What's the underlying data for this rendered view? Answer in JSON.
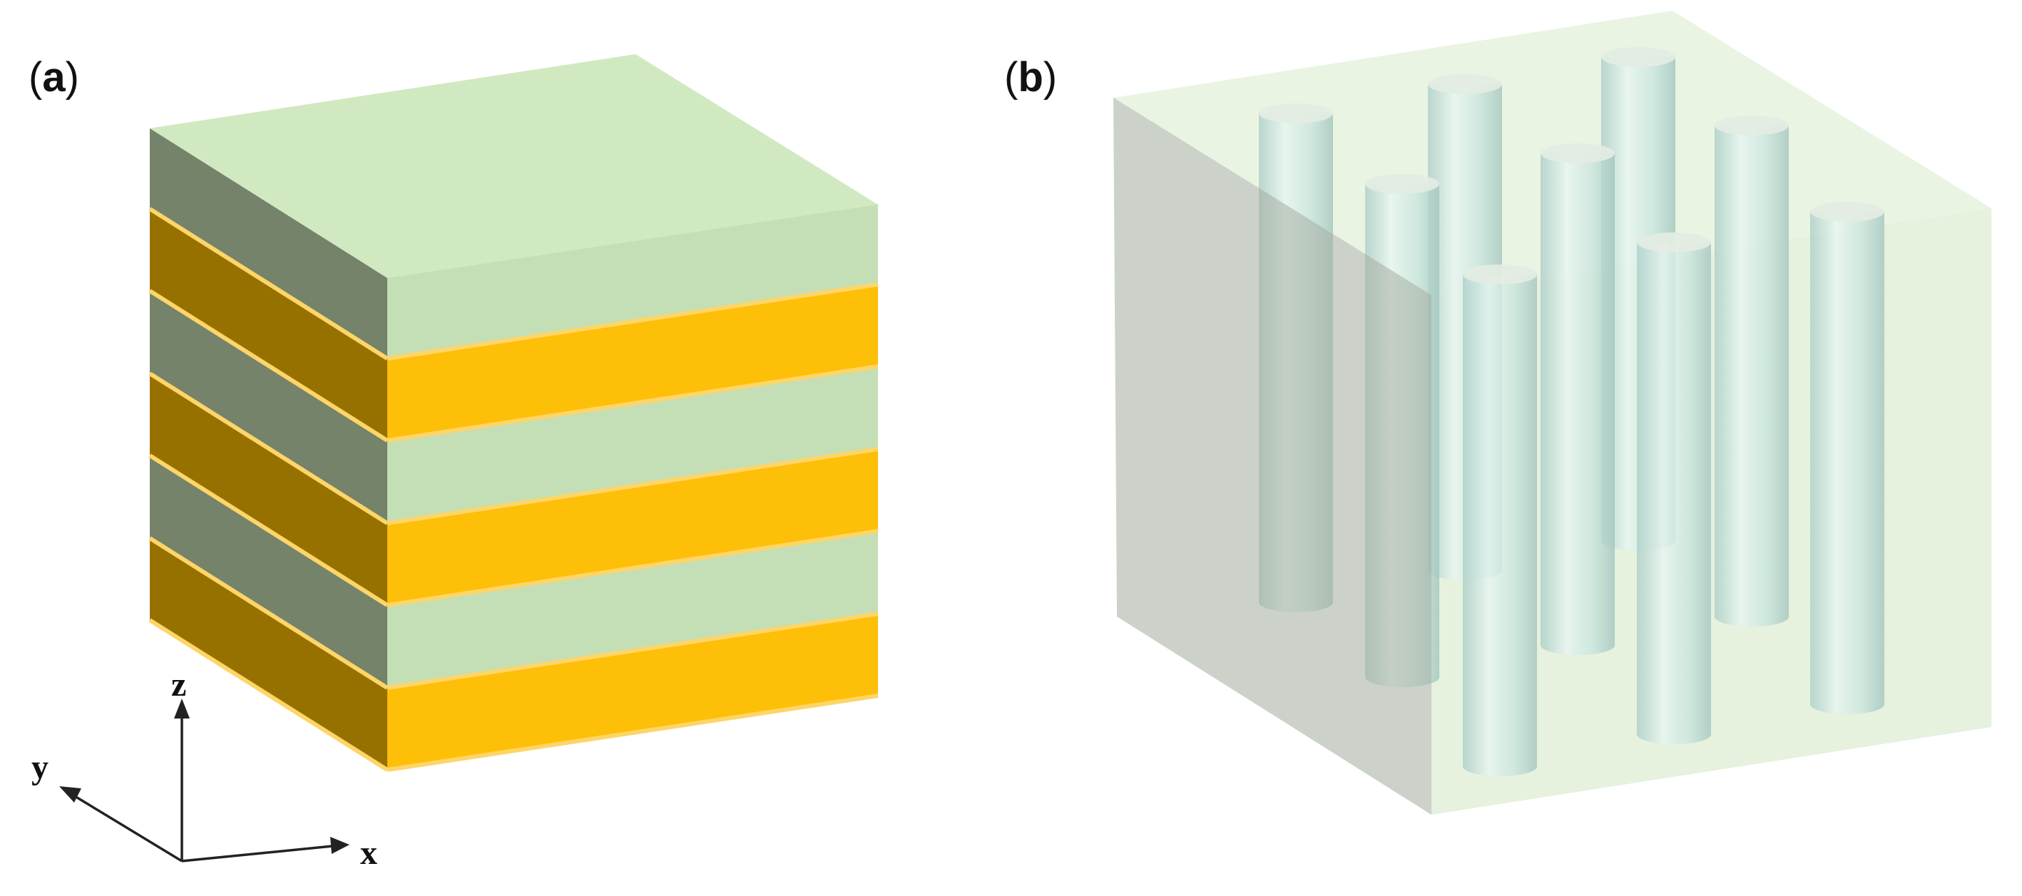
{
  "panels": [
    {
      "label_open": "(",
      "label_letter": "a",
      "label_close": ")"
    },
    {
      "label_open": "(",
      "label_letter": "b",
      "label_close": ")"
    }
  ],
  "axes": {
    "x": "x",
    "y": "y",
    "z": "z"
  },
  "colors": {
    "green_layer_top": "#d1e9c1",
    "green_layer_front": "#c4dfb5",
    "green_layer_side": "#74836a",
    "gold_layer_front": "#fdbf07",
    "gold_layer_side": "#977100",
    "gold_edge": "#fdd568",
    "matrix_top": "#eaf4e3",
    "matrix_front": "#e4f0dc",
    "matrix_side": "#c9d1c6",
    "rod_body": "#c6e3dc",
    "rod_cap": "#e3ece2"
  }
}
